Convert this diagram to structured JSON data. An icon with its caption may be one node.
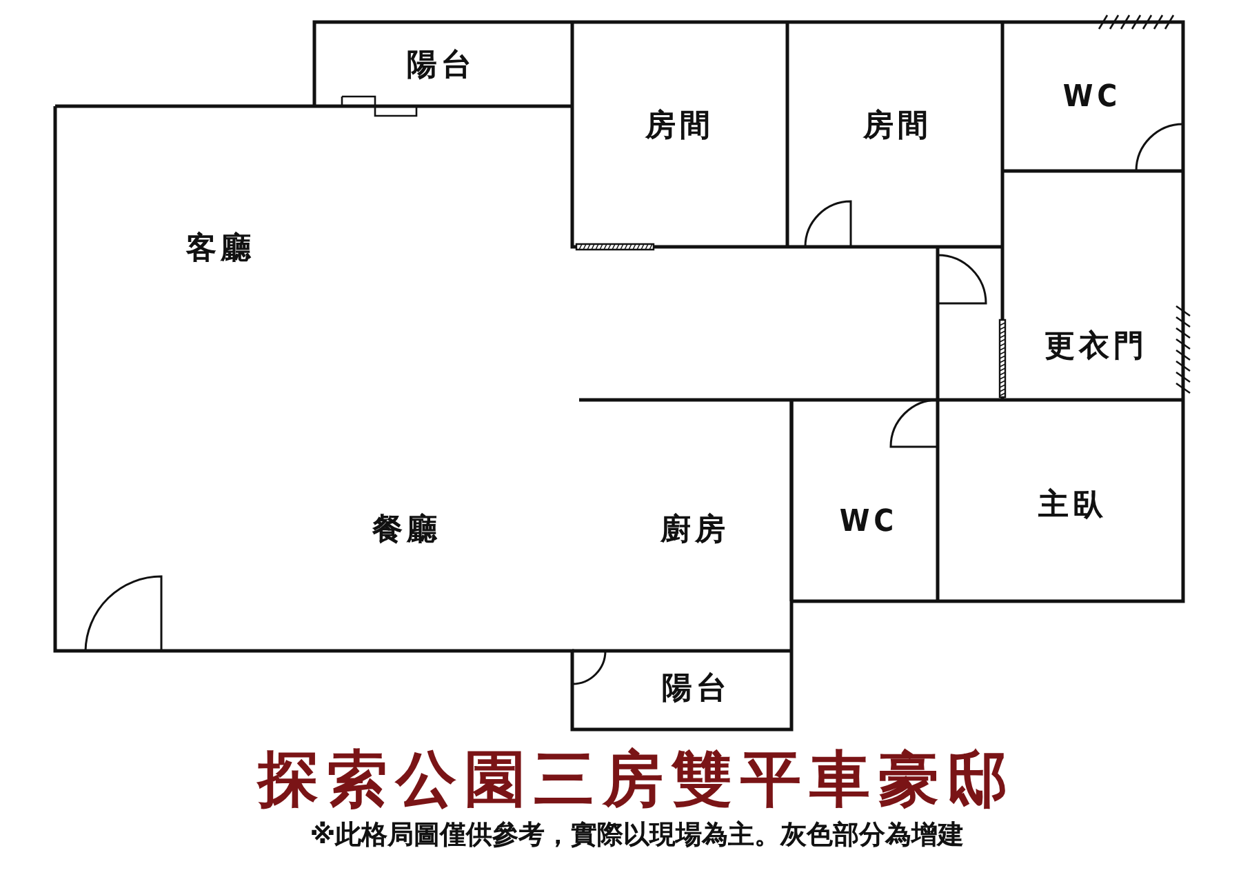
{
  "diagram": {
    "title": "探索公園三房雙平車豪邸",
    "caption": "※此格局圖僅供參考，實際以現場為主。灰色部分為增建",
    "nodes": [
      {
        "text": [
          "陽台"
        ]
      },
      {
        "text": [
          "房間"
        ]
      },
      {
        "text": [
          "房間"
        ]
      },
      {
        "text": [
          "WC"
        ]
      },
      {
        "text": [
          "客廳"
        ]
      },
      {
        "text": [
          "更衣門"
        ]
      },
      {
        "text": [
          "主臥"
        ]
      },
      {
        "text": [
          "餐廳"
        ]
      },
      {
        "text": [
          "廚房"
        ]
      },
      {
        "text": [
          "WC"
        ]
      },
      {
        "text": [
          "陽台"
        ]
      }
    ]
  }
}
